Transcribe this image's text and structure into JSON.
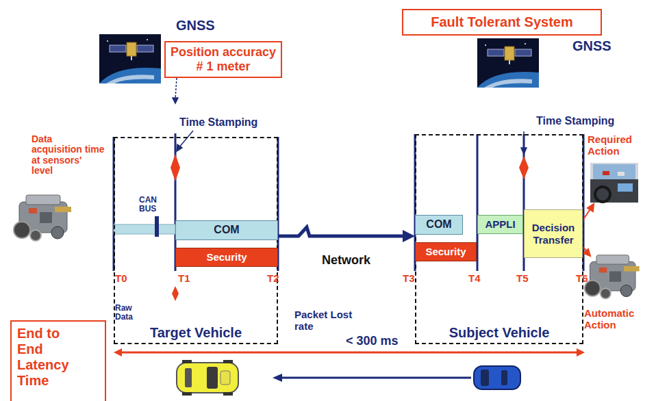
{
  "diagram": {
    "nodes": [
      {
        "text": [
          "Fault Tolerant System"
        ]
      },
      {
        "text": [
          "Position accuracy # 1 meter"
        ]
      },
      {
        "text": [
          "Target Vehicle"
        ]
      },
      {
        "text": [
          "COM"
        ],
        "in": 2
      },
      {
        "text": [
          "Security"
        ],
        "in": 2
      },
      {
        "text": [
          "Subject Vehicle"
        ]
      },
      {
        "text": [
          "COM"
        ],
        "in": 5
      },
      {
        "text": [
          "Security"
        ],
        "in": 5
      },
      {
        "text": [
          "APPLI"
        ],
        "in": 5
      },
      {
        "text": [
          "Decision Transfer"
        ],
        "in": 5
      },
      {
        "text": [
          "End to End Latency Time"
        ]
      }
    ],
    "edges": [
      {
        "from": 2,
        "to": 5,
        "arrow": "to",
        "label": "Network"
      }
    ],
    "labels": [
      "GNSS",
      "Time Stamping",
      "GNSS",
      "Time Stamping",
      "Data acquisition time at sensors' level",
      "CAN BUS",
      "T0",
      "T1",
      "T2",
      "T3",
      "T4",
      "T5",
      "T6",
      "Raw Data",
      "Packet Lost rate",
      "Required Action",
      "Automatic Action",
      "< 300 ms"
    ]
  }
}
